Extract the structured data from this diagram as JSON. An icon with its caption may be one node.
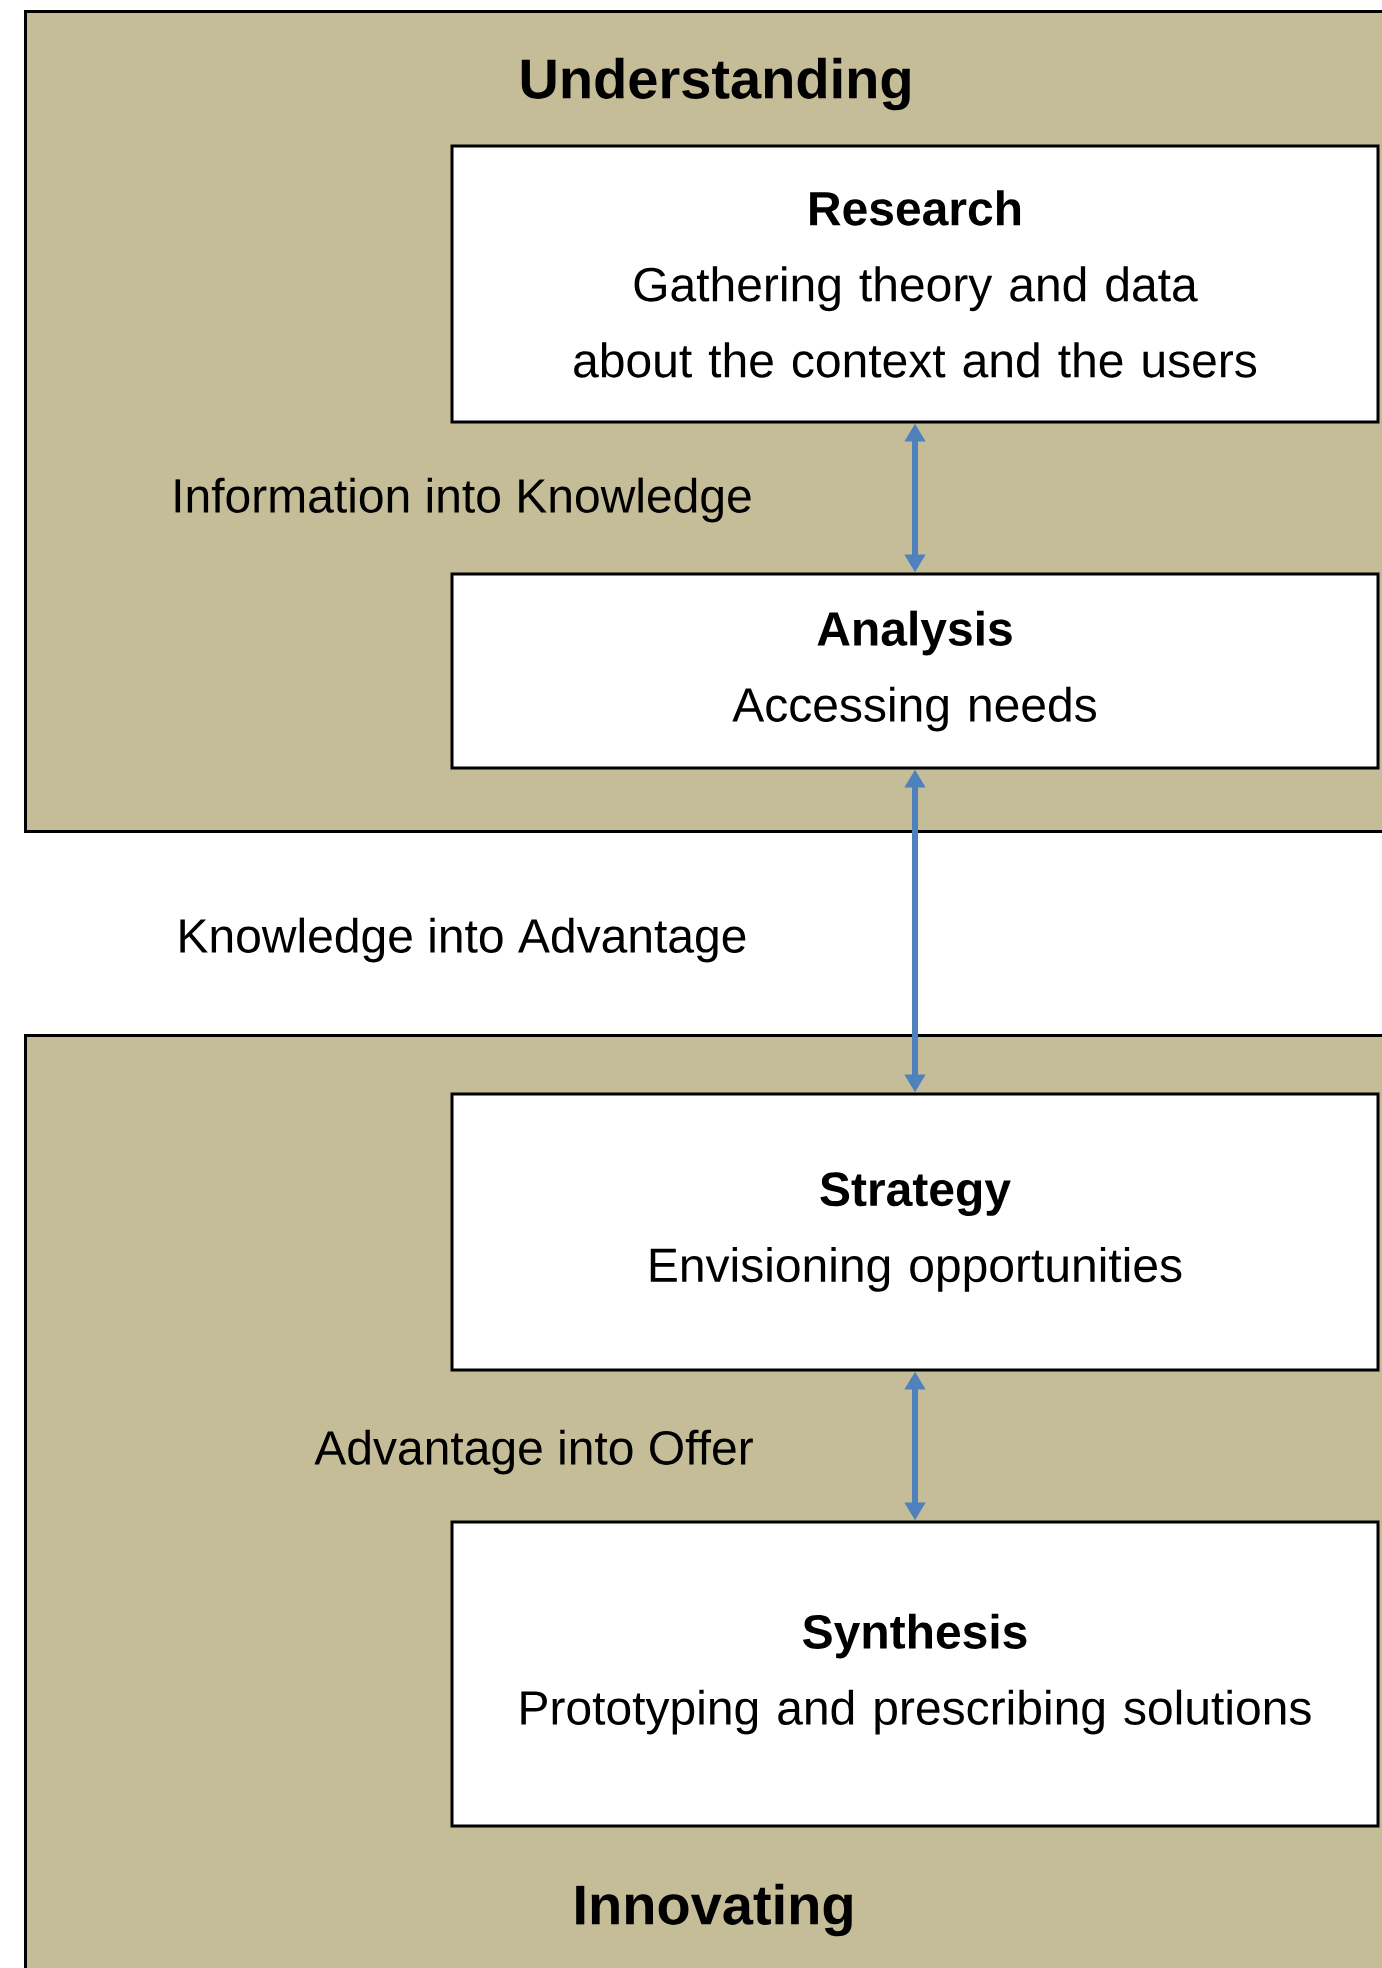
{
  "diagram": {
    "nodes": [
      {
        "text": [
          "Understanding"
        ]
      },
      {
        "text": [
          "Research",
          "Gathering theory and data about the context and the users"
        ],
        "in": 0
      },
      {
        "text": [
          "Analysis",
          "Accessing needs"
        ],
        "in": 0
      },
      {
        "text": [
          "Innovating"
        ]
      },
      {
        "text": [
          "Strategy",
          "Envisioning opportunities"
        ],
        "in": 3
      },
      {
        "text": [
          "Synthesis",
          "Prototyping and prescribing solutions"
        ],
        "in": 3
      }
    ],
    "edges": [
      {
        "from": 1,
        "to": 2,
        "arrow": "both",
        "label": "Information into Knowledge"
      },
      {
        "from": 2,
        "to": 4,
        "arrow": "both",
        "label": "Knowledge into Advantage"
      },
      {
        "from": 4,
        "to": 5,
        "arrow": "both",
        "label": "Advantage into Offer"
      }
    ]
  }
}
